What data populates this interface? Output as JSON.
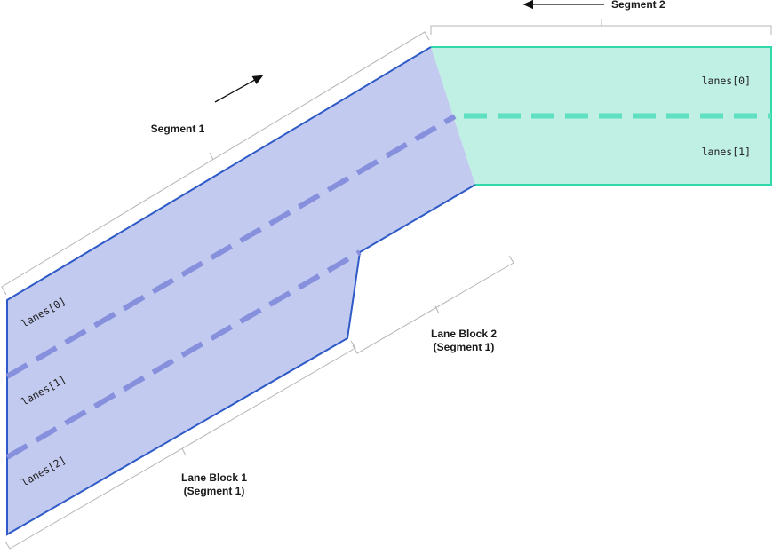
{
  "colors": {
    "segment1_fill": "#c3caf0",
    "segment1_stroke": "#2e5bc7",
    "segment1_lane_divider": "#8690dd",
    "segment2_fill": "#bff0e3",
    "segment2_stroke": "#2fd9a9",
    "segment2_lane_divider": "#5fe0c0",
    "bracket": "#b5b5b5",
    "arrow": "#111111"
  },
  "segment1": {
    "label": "Segment 1",
    "lane_labels": [
      "lanes[0]",
      "lanes[1]",
      "lanes[2]"
    ]
  },
  "segment2": {
    "label": "Segment 2",
    "lane_labels": [
      "lanes[0]",
      "lanes[1]"
    ]
  },
  "lane_block_1": {
    "label_line1": "Lane Block 1",
    "label_line2": "(Segment 1)"
  },
  "lane_block_2": {
    "label_line1": "Lane Block 2",
    "label_line2": "(Segment 1)"
  }
}
